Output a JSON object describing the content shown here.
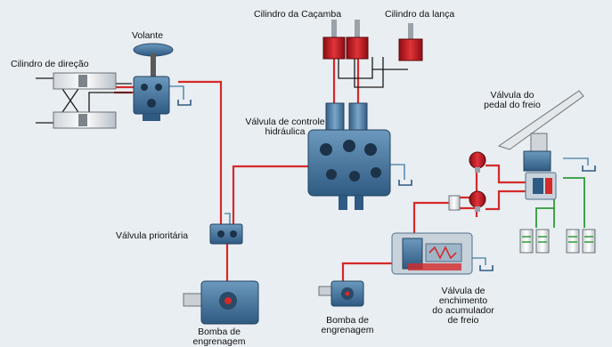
{
  "labels": {
    "cilindro_cacamba": "Cilindro da Caçamba",
    "cilindro_lanca": "Cilindro da lança",
    "volante": "Volante",
    "cilindro_direcao": "Cilindro de direção",
    "valvula_controle_1": "Válvula de controle",
    "valvula_controle_2": "hidráulica",
    "valvula_pedal_1": "Válvula do",
    "valvula_pedal_2": "pedal do freio",
    "valvula_prioritaria": "Válvula prioritária",
    "bomba_esq_1": "Bomba de",
    "bomba_esq_2": "engrenagem",
    "bomba_meio_1": "Bomba de",
    "bomba_meio_2": "engrenagem",
    "valvula_enchimento_1": "Válvula de",
    "valvula_enchimento_2": "enchimento",
    "valvula_enchimento_3": "do acumulador",
    "valvula_enchimento_4": "de freio"
  },
  "colors": {
    "background": "#e9eef2",
    "pressure_line": "#d42a2a",
    "return_line": "#5b8fb0",
    "pilot_line": "#1b1b1b",
    "brake_line": "#2e9a3a",
    "component_blue": "#3f6f98",
    "cylinder_red": "#c5171f"
  }
}
